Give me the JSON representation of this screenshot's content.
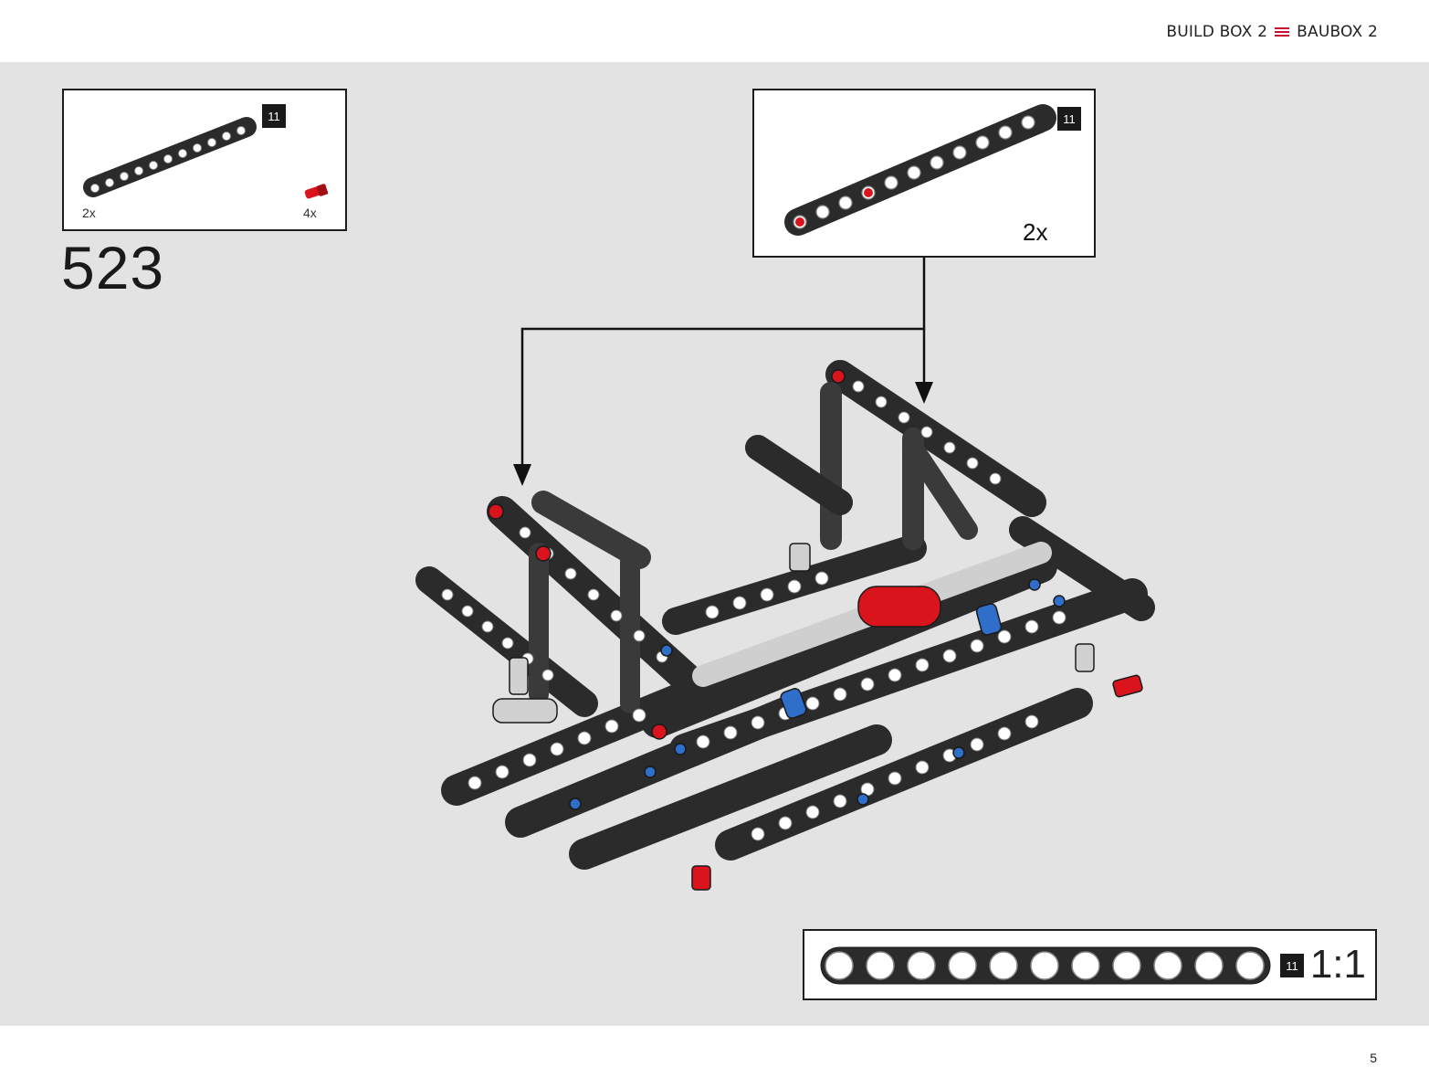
{
  "header": {
    "title_left": "BUILD BOX 2",
    "title_right": "BAUBOX 2",
    "divider_icon": "menu-icon",
    "accent_color": "#c8102e"
  },
  "parts_list": {
    "items": [
      {
        "part": "beam-11",
        "qty": "2x",
        "icon": "beam-icon"
      },
      {
        "part": "pin-red",
        "qty": "4x",
        "icon": "pin-icon"
      }
    ],
    "badge": "11"
  },
  "step": {
    "number": "523"
  },
  "sub_assembly": {
    "qty": "2x",
    "badge": "11"
  },
  "scale_reference": {
    "badge": "11",
    "scale": "1:1",
    "holes": 11
  },
  "page": {
    "number": "5"
  },
  "colors": {
    "background": "#e3e3e3",
    "beam": "#2b2b2b",
    "pin_red": "#d9141c",
    "pin_blue": "#2f6fc9"
  }
}
